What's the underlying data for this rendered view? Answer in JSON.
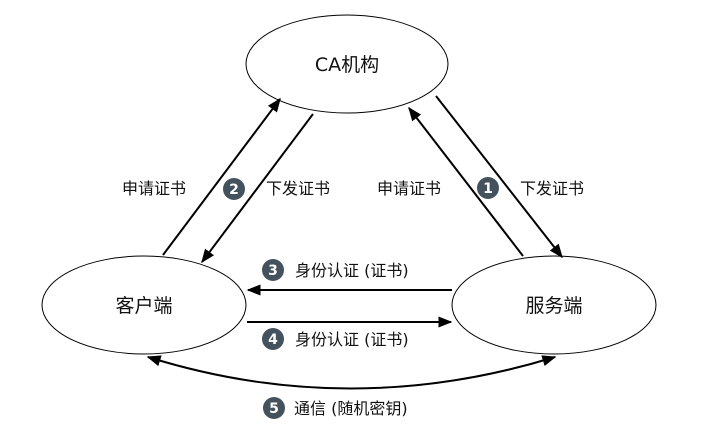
{
  "diagram": {
    "nodes": {
      "ca": {
        "label": "CA机构"
      },
      "client": {
        "label": "客户端"
      },
      "server": {
        "label": "服务端"
      }
    },
    "edges": {
      "client_request": {
        "label": "申请证书"
      },
      "client_issue": {
        "label": "下发证书"
      },
      "server_request": {
        "label": "申请证书"
      },
      "server_issue": {
        "label": "下发证书"
      },
      "auth_to_client": {
        "label": "身份认证 (证书)"
      },
      "auth_to_server": {
        "label": "身份认证 (证书)"
      },
      "communication": {
        "label": "通信 (随机密钥)"
      }
    },
    "steps": {
      "s1": "1",
      "s2": "2",
      "s3": "3",
      "s4": "4",
      "s5": "5"
    },
    "colors": {
      "badge": "#44525e",
      "line": "#000000"
    }
  }
}
